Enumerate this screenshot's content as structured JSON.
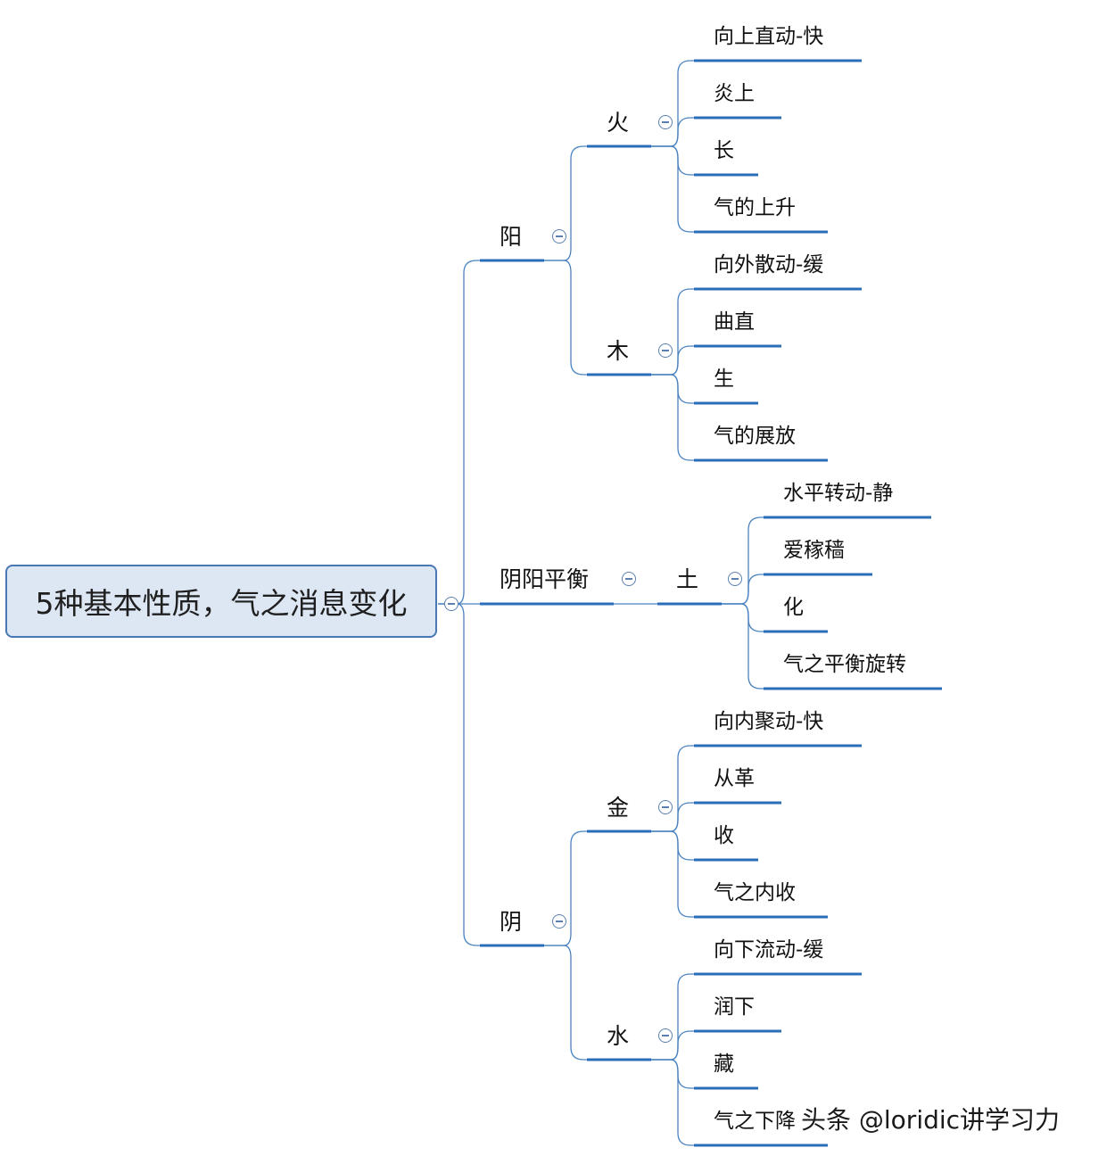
{
  "root": {
    "label": "5种基本性质，气之消息变化"
  },
  "branches": [
    {
      "label": "阳",
      "children": [
        {
          "label": "火",
          "leaves": [
            "向上直动-快",
            "炎上",
            "长",
            "气的上升"
          ]
        },
        {
          "label": "木",
          "leaves": [
            "向外散动-缓",
            "曲直",
            "生",
            "气的展放"
          ]
        }
      ]
    },
    {
      "label": "阴阳平衡",
      "children": [
        {
          "label": "土",
          "leaves": [
            "水平转动-静",
            "爱稼穑",
            "化",
            "气之平衡旋转"
          ]
        }
      ]
    },
    {
      "label": "阴",
      "children": [
        {
          "label": "金",
          "leaves": [
            "向内聚动-快",
            "从革",
            "收",
            "气之内收"
          ]
        },
        {
          "label": "水",
          "leaves": [
            "向下流动-缓",
            "润下",
            "藏",
            "气之下降"
          ]
        }
      ]
    }
  ],
  "watermark": "头条 @loridic讲学习力",
  "colors": {
    "line": "#4a82c0",
    "underline": "#2a6db8",
    "root_fill": "#dde7f3",
    "root_border": "#4a78b5"
  }
}
